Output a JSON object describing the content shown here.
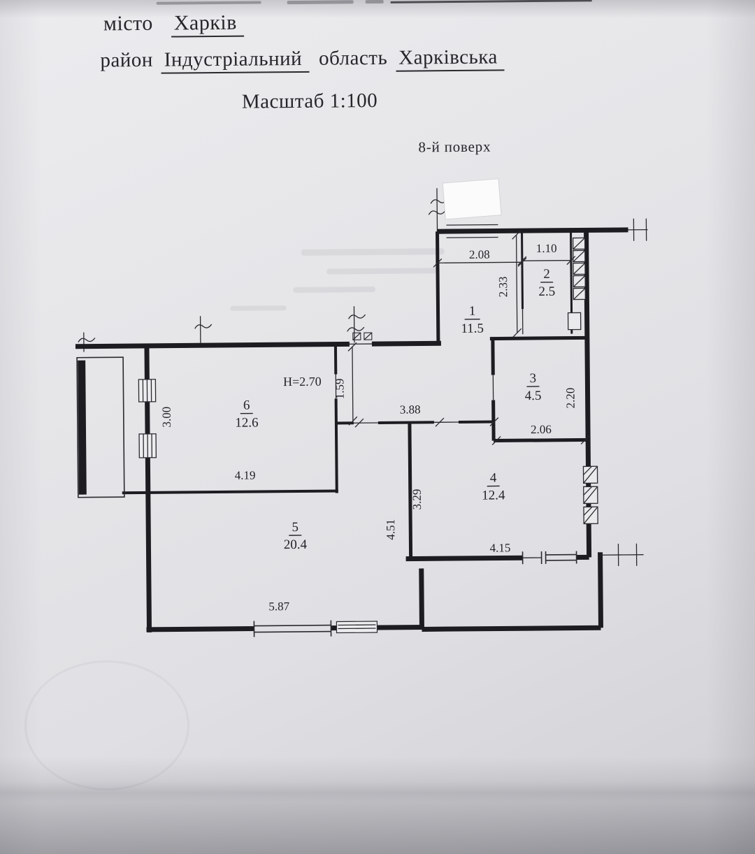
{
  "document": {
    "city_label": "місто",
    "city_value": "Харків",
    "district_label": "район",
    "district_value": "Індустріальний",
    "region_label": "область",
    "region_value": "Харківська",
    "scale_text": "Масштаб 1:100",
    "floor_text": "8-й поверх",
    "ceiling_height": "H=2.70"
  },
  "plan": {
    "rooms": [
      {
        "number": "1",
        "area": "11.5"
      },
      {
        "number": "2",
        "area": "2.5"
      },
      {
        "number": "3",
        "area": "4.5"
      },
      {
        "number": "4",
        "area": "12.4"
      },
      {
        "number": "5",
        "area": "20.4"
      },
      {
        "number": "6",
        "area": "12.6"
      }
    ],
    "dimensions": {
      "corridor_top_width": "2.08",
      "room2_width": "1.10",
      "room2_depth": "2.33",
      "room3_width_bottom": "2.06",
      "room3_depth": "2.20",
      "hall_leg_depth": "1.59",
      "hall_length": "3.88",
      "room6_width": "4.19",
      "room6_depth": "3.00",
      "room4_depth": "3.29",
      "room4_width_bottom": "4.15",
      "room5_depth": "4.51",
      "room5_width": "5.87"
    }
  }
}
